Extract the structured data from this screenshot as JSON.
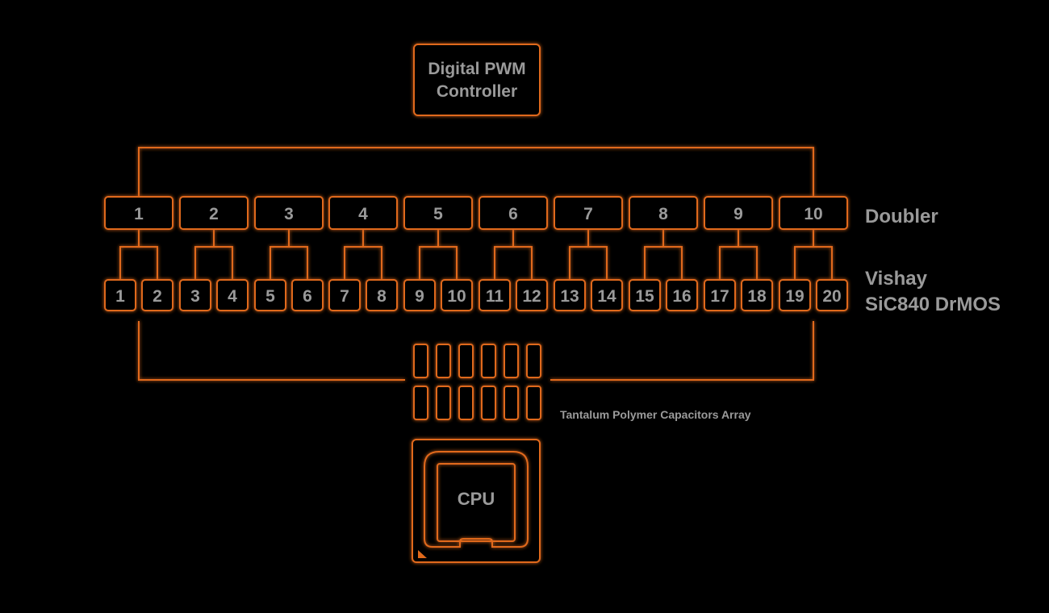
{
  "controller": {
    "line1": "Digital PWM",
    "line2": "Controller"
  },
  "doublers": [
    "1",
    "2",
    "3",
    "4",
    "5",
    "6",
    "7",
    "8",
    "9",
    "10"
  ],
  "drmos": [
    "1",
    "2",
    "3",
    "4",
    "5",
    "6",
    "7",
    "8",
    "9",
    "10",
    "11",
    "12",
    "13",
    "14",
    "15",
    "16",
    "17",
    "18",
    "19",
    "20"
  ],
  "labels": {
    "doubler": "Doubler",
    "drmos_line1": "Vishay",
    "drmos_line2": "SiC840 DrMOS",
    "capacitors": "Tantalum Polymer Capacitors Array",
    "cpu": "CPU"
  },
  "colors": {
    "accent": "#e0691b",
    "text": "#9a9a9a",
    "background": "#000000"
  }
}
